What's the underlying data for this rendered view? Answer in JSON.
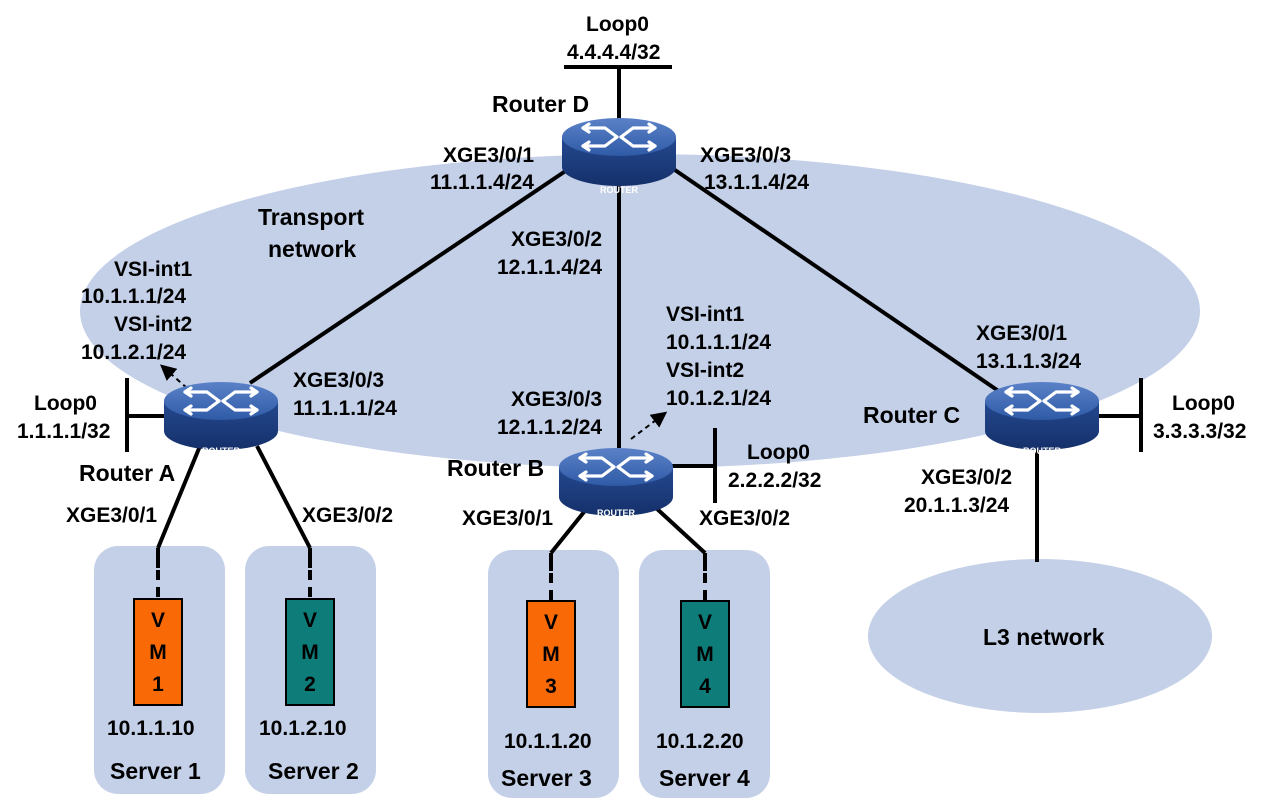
{
  "colors": {
    "network_fill": "#c4d0e8",
    "router_top": "#3d66b0",
    "router_side": "#1d3f86",
    "vm_orange": "#f96a06",
    "vm_teal": "#0e7d79",
    "link": "#000000"
  },
  "routers": {
    "d": {
      "name": "Router D",
      "badge": "ROUTER",
      "loop_name": "Loop0",
      "loop_ip": "4.4.4.4/32",
      "if1_name": "XGE3/0/1",
      "if1_ip": "11.1.1.4/24",
      "if2_name": "XGE3/0/2",
      "if2_ip": "12.1.1.4/24",
      "if3_name": "XGE3/0/3",
      "if3_ip": "13.1.1.4/24"
    },
    "a": {
      "name": "Router A",
      "badge": "ROUTER",
      "loop_name": "Loop0",
      "loop_ip": "1.1.1.1/32",
      "vsi1_name": "VSI-int1",
      "vsi1_ip": "10.1.1.1/24",
      "vsi2_name": "VSI-int2",
      "vsi2_ip": "10.1.2.1/24",
      "up_name": "XGE3/0/3",
      "up_ip": "11.1.1.1/24",
      "down1": "XGE3/0/1",
      "down2": "XGE3/0/2"
    },
    "b": {
      "name": "Router B",
      "badge": "ROUTER",
      "loop_name": "Loop0",
      "loop_ip": "2.2.2.2/32",
      "vsi1_name": "VSI-int1",
      "vsi1_ip": "10.1.1.1/24",
      "vsi2_name": "VSI-int2",
      "vsi2_ip": "10.1.2.1/24",
      "up_name": "XGE3/0/3",
      "up_ip": "12.1.1.2/24",
      "down1": "XGE3/0/1",
      "down2": "XGE3/0/2"
    },
    "c": {
      "name": "Router C",
      "badge": "ROUTER",
      "loop_name": "Loop0",
      "loop_ip": "3.3.3.3/32",
      "up_name": "XGE3/0/1",
      "up_ip": "13.1.1.3/24",
      "down_name": "XGE3/0/2",
      "down_ip": "20.1.1.3/24"
    }
  },
  "transport": {
    "line1": "Transport",
    "line2": "network"
  },
  "l3_network": "L3 network",
  "servers": [
    {
      "name": "Server 1",
      "vm_l1": "V",
      "vm_l2": "M",
      "vm_l3": "1",
      "ip": "10.1.1.10"
    },
    {
      "name": "Server 2",
      "vm_l1": "V",
      "vm_l2": "M",
      "vm_l3": "2",
      "ip": "10.1.2.10"
    },
    {
      "name": "Server 3",
      "vm_l1": "V",
      "vm_l2": "M",
      "vm_l3": "3",
      "ip": "10.1.1.20"
    },
    {
      "name": "Server 4",
      "vm_l1": "V",
      "vm_l2": "M",
      "vm_l3": "4",
      "ip": "10.1.2.20"
    }
  ]
}
